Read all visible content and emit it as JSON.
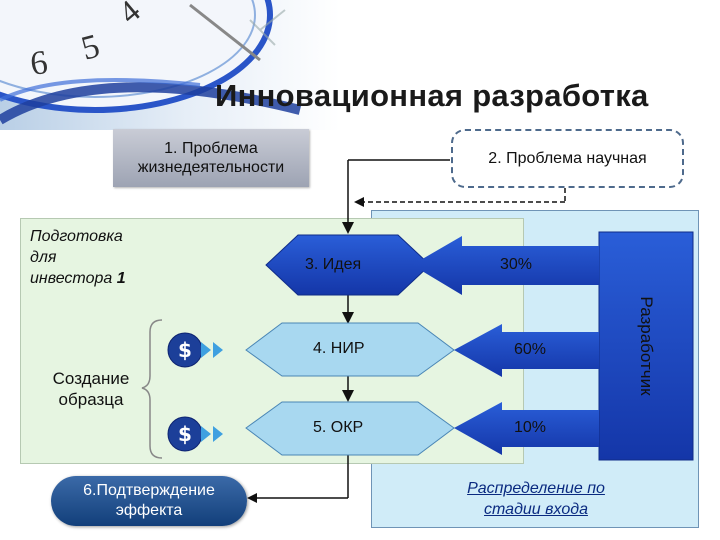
{
  "title": "Инновационная разработка",
  "problem1": {
    "num": "1.",
    "line1": "Проблема",
    "line2": "жизнедеятельности"
  },
  "problem2": {
    "num": "2.",
    "text": "Проблема научная"
  },
  "investor_prep": {
    "line1": "Подготовка",
    "line2": "для",
    "line3_prefix": "инвестора ",
    "line3_num": "1"
  },
  "sample_creation": {
    "line1": "Создание",
    "line2": "образца"
  },
  "stages": [
    {
      "label": "3. Идея"
    },
    {
      "label": "4. НИР"
    },
    {
      "label": "5. ОКР"
    }
  ],
  "percentages": [
    "30%",
    "60%",
    "10%"
  ],
  "developer": "Разработчик",
  "confirmation": {
    "line1": "6.Подтверждение",
    "line2": "эффекта"
  },
  "distribution": {
    "line1": "Распределение по",
    "line2": "стадии входа"
  },
  "colors": {
    "accent_blue": "#1f4fc4",
    "stage_fill": "#a8d8f0",
    "green_panel": "#e6f5e1",
    "blue_panel": "#d0ecf8"
  },
  "icons": [
    "money-hand-icon",
    "money-hand-icon"
  ]
}
